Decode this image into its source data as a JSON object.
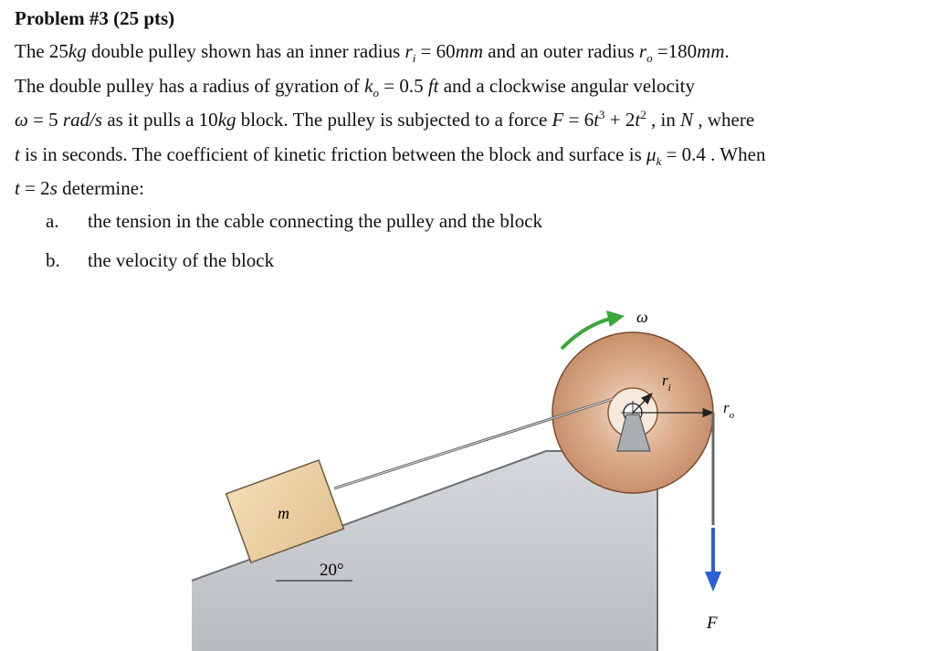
{
  "problem": {
    "title": "Problem #3 (25 pts)",
    "line1": {
      "a": "The 25",
      "kg": "kg",
      "b": " double pulley shown has an inner radius ",
      "ri": "r",
      "ri_sub": "i",
      "eq1": " = 60",
      "mm1": "mm",
      "c": " and an outer radius ",
      "ro": "r",
      "ro_sub": "o",
      "eq2": " =180",
      "mm2": "mm",
      "end": "."
    },
    "line2": {
      "a": "The double pulley has a radius of gyration of ",
      "k": "k",
      "k_sub": "o",
      "eq": " = 0.5 ",
      "ft": "ft",
      "b": " and a clockwise angular velocity"
    },
    "line3": {
      "omega": "ω",
      "eq": " = 5 ",
      "unit": "rad/s",
      "a": " as it pulls a 10",
      "kg": "kg",
      "b": " block. The pulley is subjected to a force ",
      "F": "F",
      "eq2": " = 6",
      "t1": "t",
      "p1": "3",
      "plus": " + 2",
      "t2": "t",
      "p2": "2",
      "c": " , in ",
      "N": "N",
      "d": " , where"
    },
    "line4": {
      "t": "t",
      "a": " is in seconds. The coefficient of kinetic friction between the block and surface is ",
      "mu": "μ",
      "mu_sub": "k",
      "eq": " = 0.4 . When"
    },
    "line5": {
      "t": "t",
      "eq": " = 2",
      "s": "s",
      "a": " determine:"
    },
    "items": [
      {
        "marker": "a.",
        "text": "the tension in the cable connecting the pulley and the block"
      },
      {
        "marker": "b.",
        "text": "the velocity of the block"
      }
    ]
  },
  "figure": {
    "omega_label": "ω",
    "ri_label": "r",
    "ri_sub": "i",
    "ro_label": "r",
    "ro_sub": "o",
    "mass_label": "m",
    "angle_label": "20°",
    "force_label": "F",
    "colors": {
      "disk": "#d8a888",
      "disk_edge": "#7a4a30",
      "ground": "#c9cdd1",
      "block": "#ecd1a4",
      "arrow_green": "#3aa83a",
      "force_blue": "#2f5fd8"
    }
  }
}
